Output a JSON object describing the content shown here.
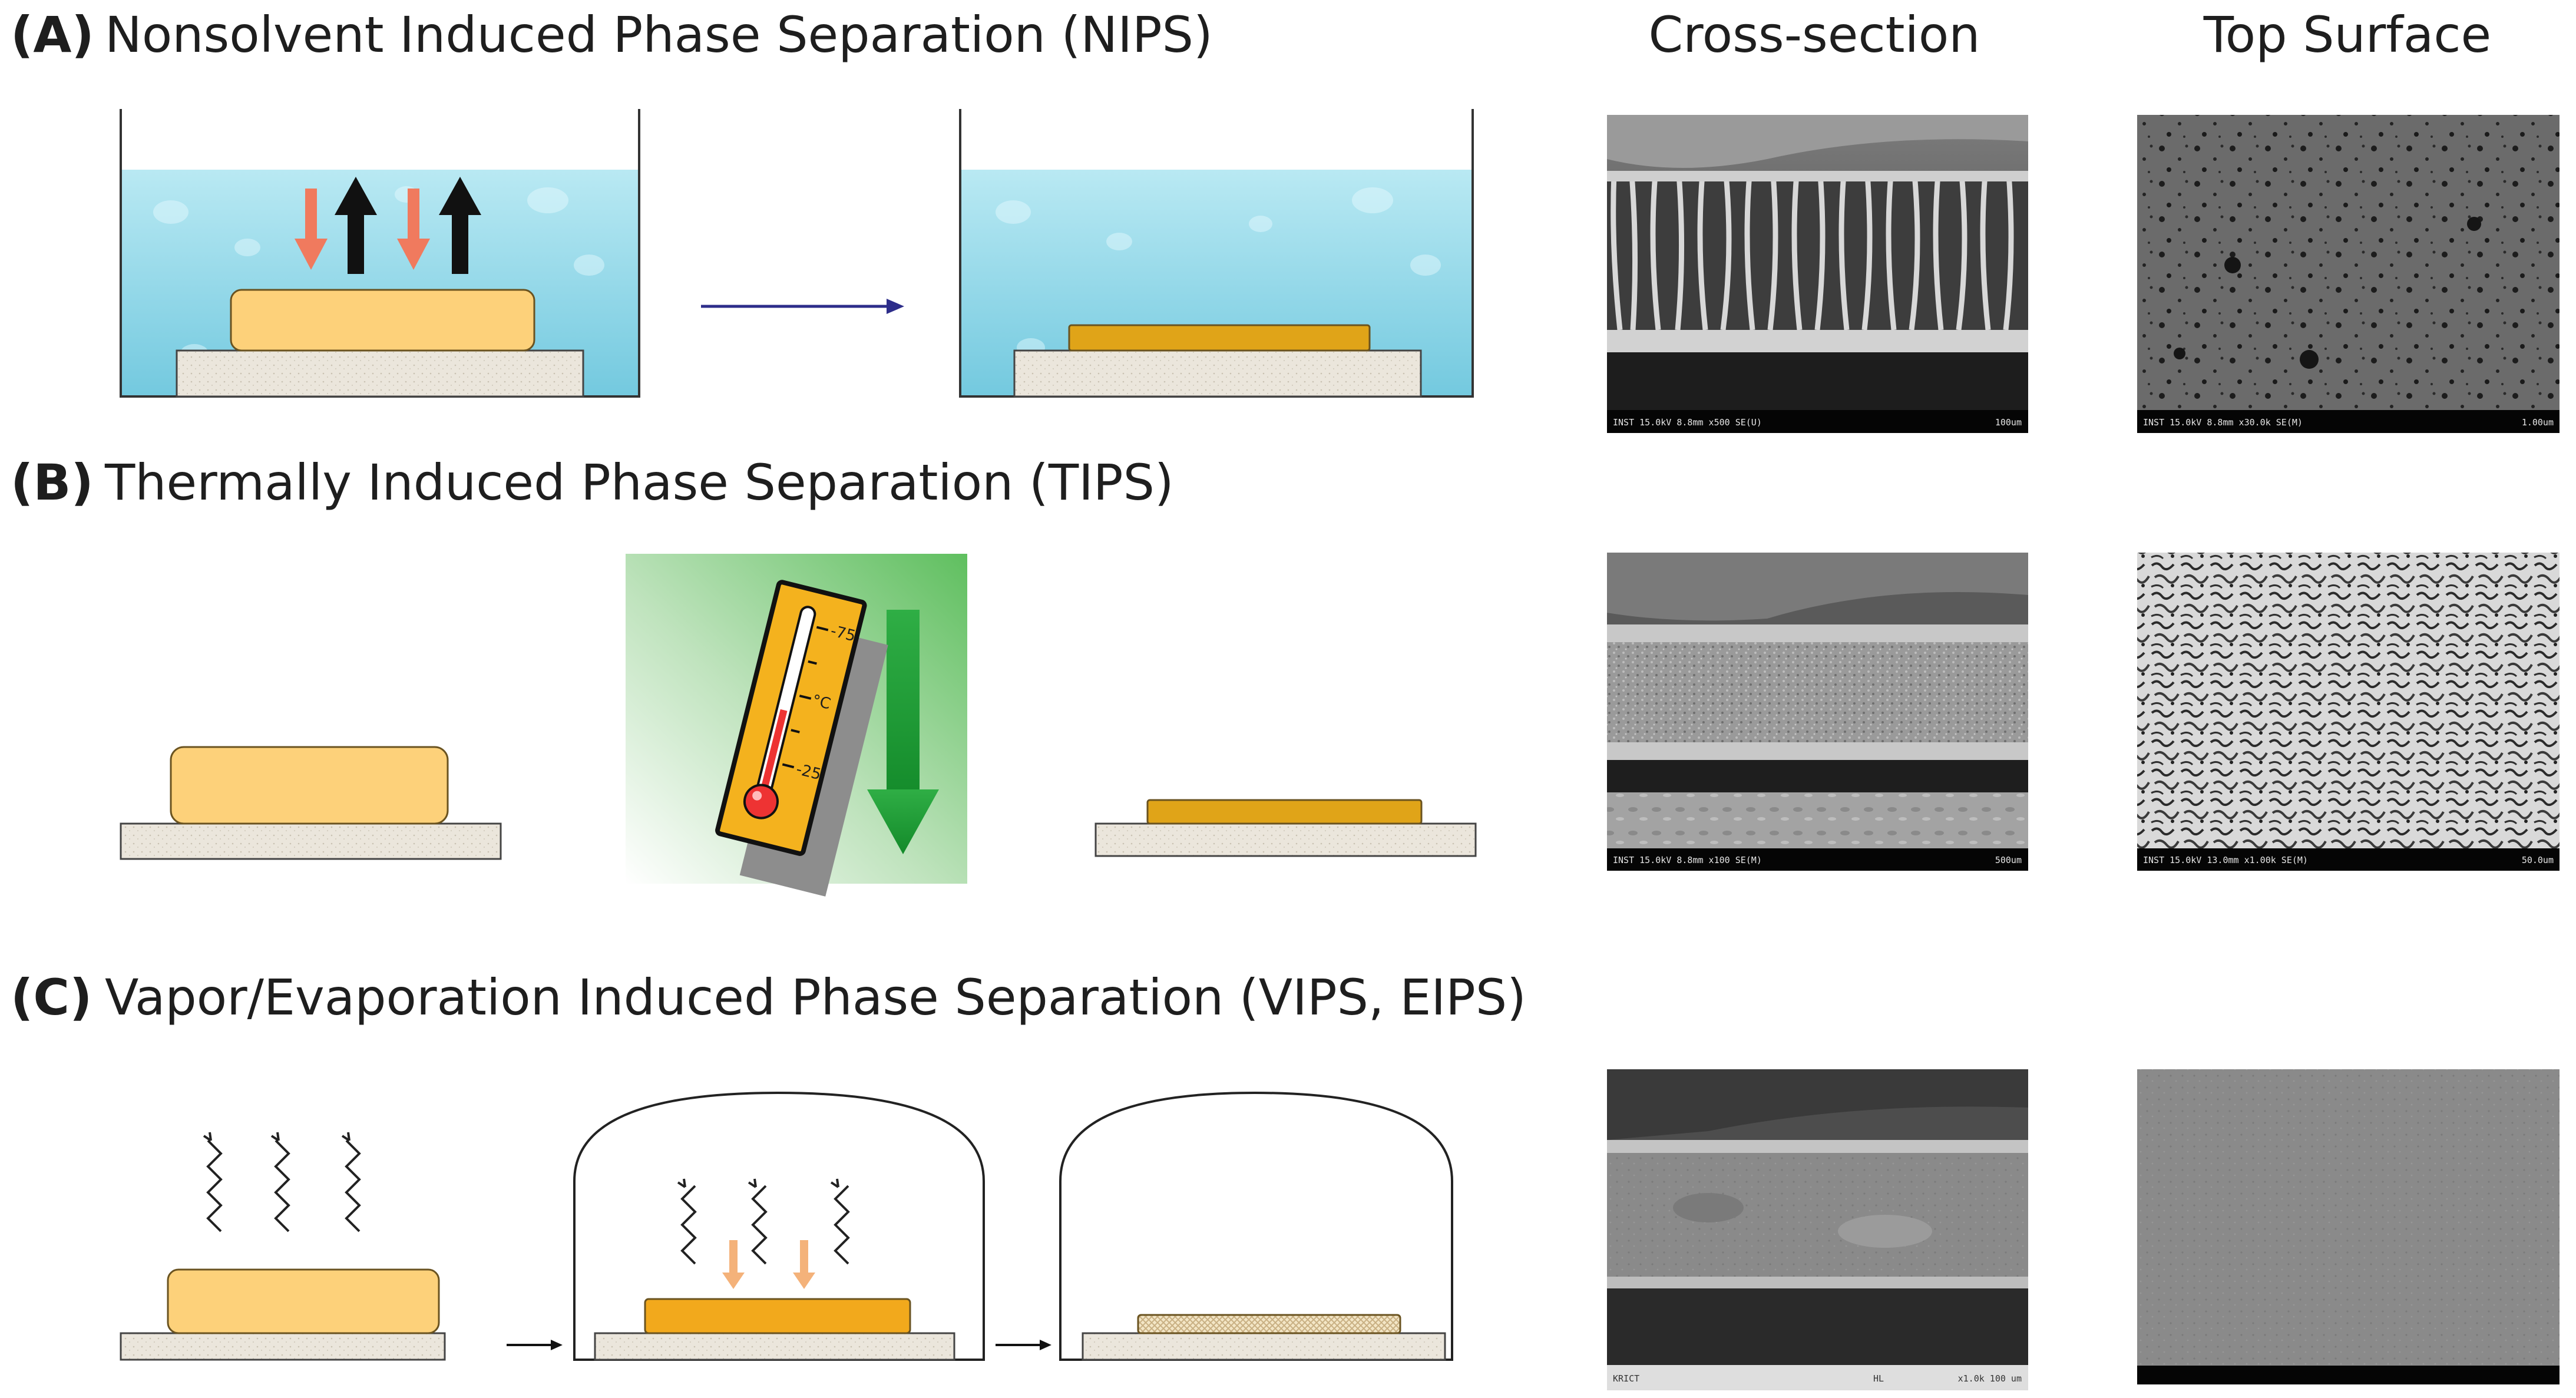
{
  "headers": {
    "cross_section": "Cross-section",
    "top_surface": "Top Surface"
  },
  "sections": {
    "a": {
      "letter": "(A)",
      "title": "Nonsolvent Induced Phase Separation (NIPS)"
    },
    "b": {
      "letter": "(B)",
      "title": "Thermally Induced Phase Separation (TIPS)"
    },
    "c": {
      "letter": "(C)",
      "title": "Vapor/Evaporation Induced Phase Separation (VIPS, EIPS)"
    }
  },
  "thermometer": {
    "top": "-75",
    "unit": "°C",
    "bottom": "-25"
  },
  "sem": {
    "a_cross": {
      "info": "INST 15.0kV 8.8mm x500 SE(U)",
      "scale": "100um"
    },
    "a_top": {
      "info": "INST 15.0kV 8.8mm x30.0k SE(M)",
      "scale": "1.00um"
    },
    "b_cross": {
      "info": "INST 15.0kV 8.8mm x100 SE(M)",
      "scale": "500um"
    },
    "b_top": {
      "info": "INST 15.0kV 13.0mm x1.00k SE(M)",
      "scale": "50.0um"
    },
    "c_cross": {
      "info": "KRICT",
      "mid": "HL",
      "scale": "x1.0k 100 um"
    }
  },
  "colors": {
    "water": "#8ed6e8",
    "film_light": "#fdd17a",
    "film_dark": "#e0a418",
    "substrate": "#e8e2d6",
    "green": "#1f9e3a",
    "nonsolvent_arrow": "#f07a5e",
    "solvent_arrow": "#111111",
    "vapor_arrow": "#f4b27a"
  }
}
